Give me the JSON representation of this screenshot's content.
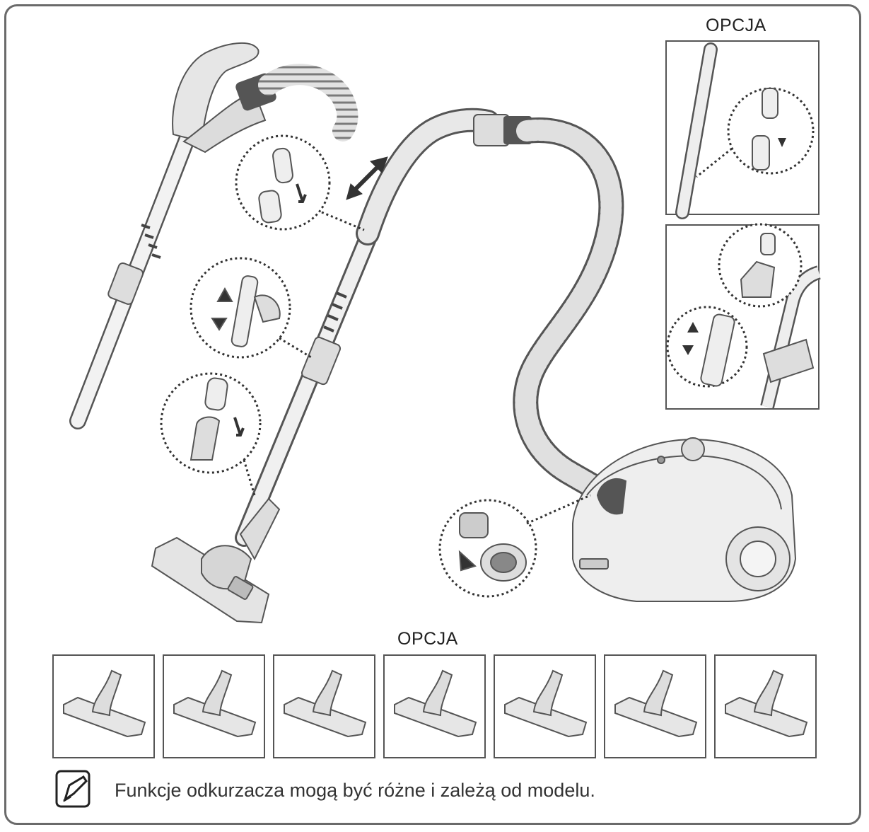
{
  "labels": {
    "option_top": "OPCJA",
    "option_brushes": "OPCJA"
  },
  "note": {
    "text": "Funkcje odkurzacza mogą być różne i zależą od modelu.",
    "icon": "note-pencil-icon"
  },
  "brushes": [
    {
      "name": "brush-1"
    },
    {
      "name": "brush-2"
    },
    {
      "name": "brush-3"
    },
    {
      "name": "brush-4"
    },
    {
      "name": "brush-5"
    },
    {
      "name": "brush-6"
    },
    {
      "name": "brush-7"
    }
  ],
  "colors": {
    "line": "#555555",
    "fill": "#eeeeee",
    "shade": "#cccccc",
    "dark": "#333333"
  }
}
